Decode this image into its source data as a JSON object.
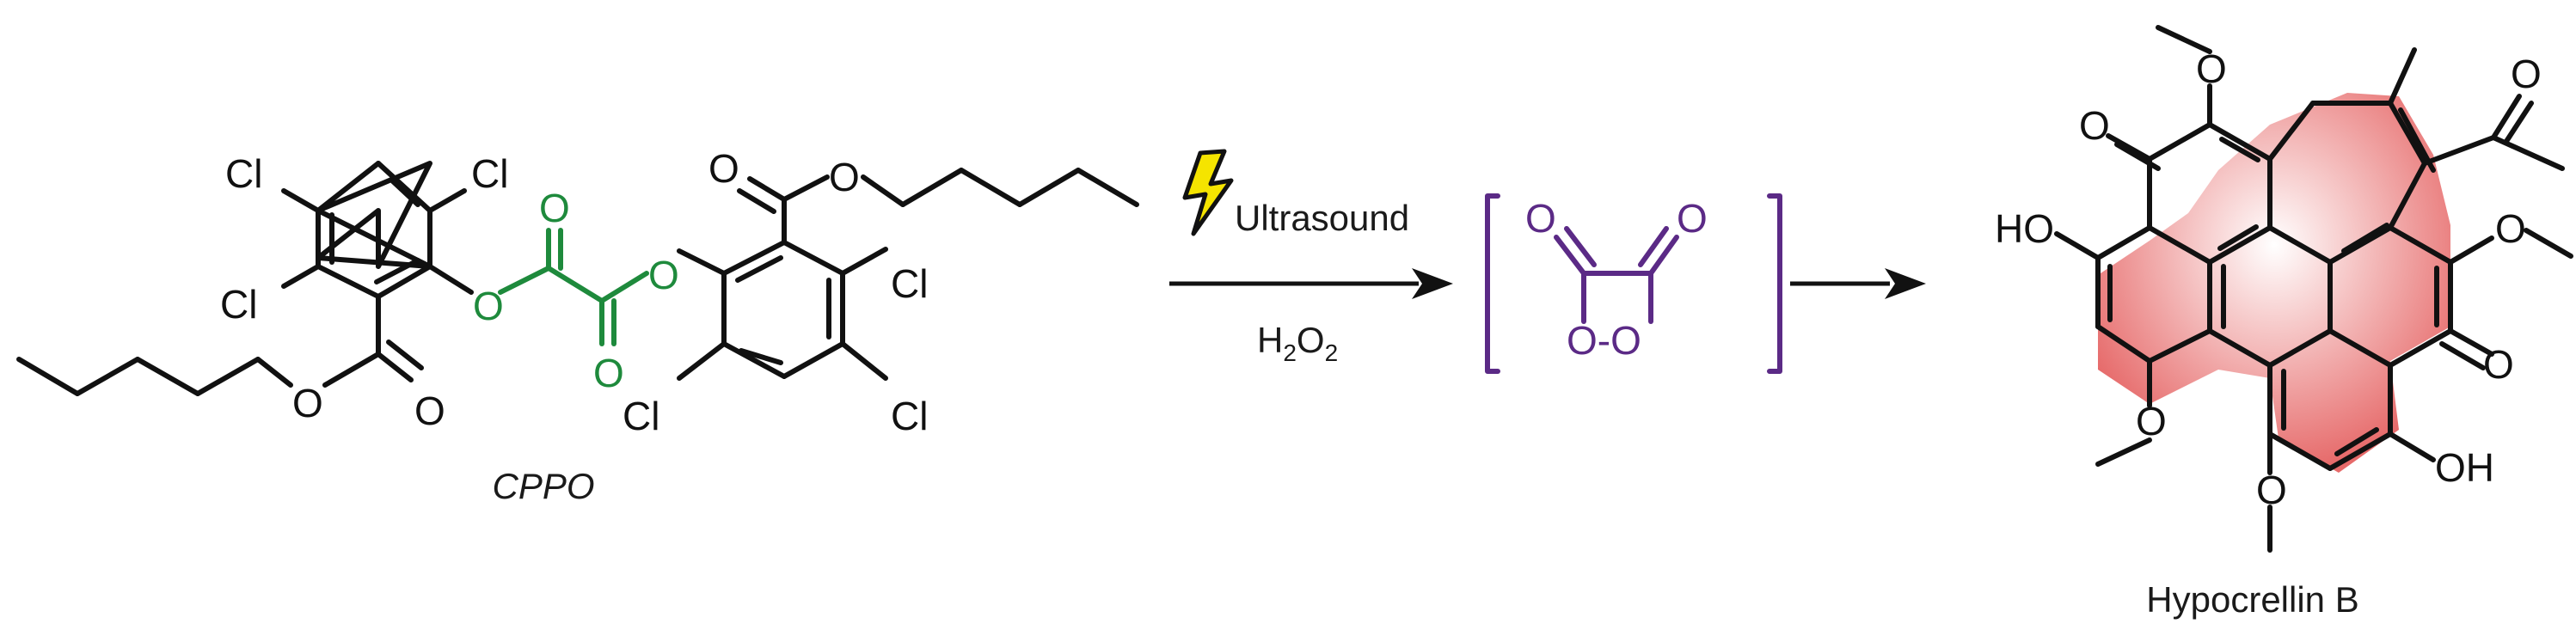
{
  "colors": {
    "bond": "#111111",
    "oxalate": "#1e8a3c",
    "dioxetanedione": "#5b2a86",
    "lightning": "#f5e400",
    "highlight": "#e25050"
  },
  "reactant": {
    "name": "CPPO",
    "atoms": {
      "cl1": "Cl",
      "cl2": "Cl",
      "cl3": "Cl",
      "cl4": "Cl",
      "cl5": "Cl",
      "cl6": "Cl",
      "o_ester_left": "O",
      "o_carbonyl_left": "O",
      "o_link_left": "O",
      "o_oxalyl_top": "O",
      "o_oxalyl_bottom": "O",
      "o_link_right": "O",
      "o_carbonyl_right": "O",
      "o_ester_right": "O"
    }
  },
  "conditions": {
    "icon": "lightning-icon",
    "above": "Ultrasound",
    "below_main": "H",
    "below_sub1": "2",
    "below_mid": "O",
    "below_sub2": "2"
  },
  "intermediate": {
    "atoms": {
      "o_top_left": "O",
      "o_top_right": "O",
      "o_ring": "O-O"
    }
  },
  "product": {
    "name": "Hypocrellin B",
    "atoms": {
      "ho_left": "HO",
      "oh_bottom": "OH",
      "o_keto_top": "O",
      "o_keto_right": "O",
      "o_acetyl": "O"
    }
  }
}
